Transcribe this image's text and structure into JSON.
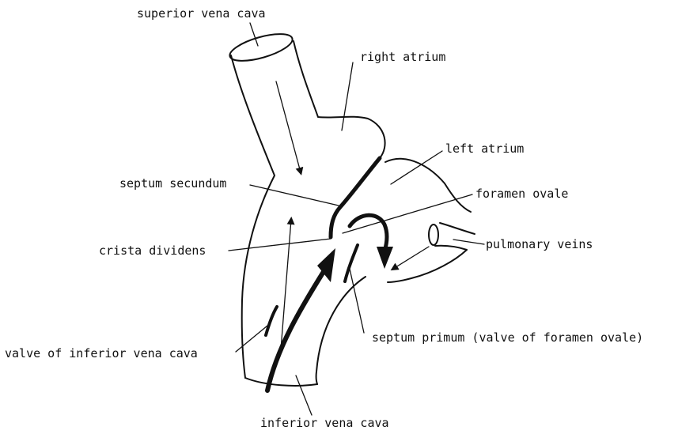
{
  "labels": {
    "superior_vena_cava": "superior vena cava",
    "right_atrium": "right atrium",
    "left_atrium": "left atrium",
    "septum_secundum": "septum secundum",
    "foramen_ovale": "foramen ovale",
    "crista_dividens": "crista dividens",
    "pulmonary_veins": "pulmonary veins",
    "valve_of_inferior_vena_cava": "valve of inferior vena cava",
    "septum_primum": "septum primum (valve of foramen ovale)",
    "inferior_vena_cava": "inferior vena cava"
  },
  "colors": {
    "ink": "#111111",
    "background": "#ffffff"
  }
}
